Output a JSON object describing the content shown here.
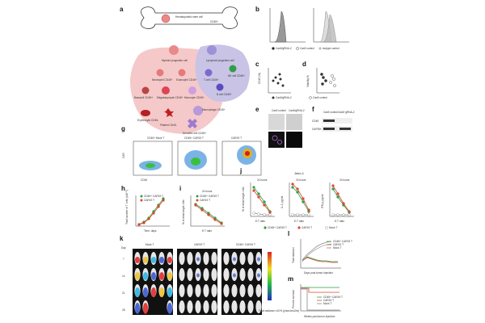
{
  "panel_letters": [
    "a",
    "b",
    "c",
    "d",
    "e",
    "f",
    "g",
    "h",
    "i",
    "j",
    "k",
    "l",
    "m"
  ],
  "panel_a": {
    "stem": "Hematopoietic stem cell",
    "stem_marker": "CD45+",
    "myeloid": "Myeloid progenitor cell",
    "lymphoid": "Lymphoid progenitor cell",
    "neutrophil": "Neutrophil CD45+",
    "eosinophil": "Eosinophil CD45+",
    "basophil": "Basophil CD45+",
    "megakaryocyte": "Megakaryocyte CD45+",
    "monocyte": "Monocyte CD45+",
    "tcell": "T cell CD45+",
    "bcell": "B cell CD45+",
    "nk": "NK cell CD45+",
    "erythrocyte": "Erythrocyte CD45-",
    "platelet": "Platelet CD45-",
    "macrophage": "Macrophage CD45+",
    "dendritic": "Dendritic cell CD45+"
  },
  "panel_b": {
    "legend": [
      "Cas9/gRNA-2",
      "Cas9 control",
      "Isotype control"
    ]
  },
  "panel_c": {
    "ylabel": "CD45 (%)",
    "legend": "Cas9/gRNA-2"
  },
  "panel_d": {
    "ylabel": "Viability %",
    "legend": "Cas9 control"
  },
  "panel_e": {
    "col1": "Cas9 control",
    "col2": "Cas9/gRNA-2"
  },
  "panel_f": {
    "col1": "Cas9 control",
    "col2": "Cas9/ gRNA-2",
    "rows": [
      "CD45",
      "GAPDH"
    ]
  },
  "panel_g": {
    "titles": [
      "CD45+ Mock T",
      "CD45+ CAR19 T",
      "CAR19 T"
    ],
    "ylabel": "CAR",
    "xlabel": "CD45"
  },
  "panel_h": {
    "legend": [
      "CD45+ CAR19 T",
      "CAR19 T"
    ],
    "ylabel": "Total number of T cells (x10^7)",
    "xlabel": "Time, days"
  },
  "panel_i": {
    "title": "24 hours",
    "legend": [
      "CD45+ CAR19 T",
      "CAR19 T"
    ],
    "ylabel": "% of dead target cells",
    "xlabel": "E:T ratio"
  },
  "panel_j": {
    "title": "Jeko-1",
    "subtitles": [
      "24 hours",
      "24 hours",
      "24 hours"
    ],
    "ylabels": [
      "% of dead target cells",
      "IL-2, pg/ml",
      "IFN-γ, pg/ml"
    ],
    "xlabel": "E:T ratio",
    "legend": [
      "CD45+ CAR19 T",
      "CAR19 T",
      "Mock T"
    ]
  },
  "panel_k": {
    "groups": [
      "Mock T",
      "CAR19 T",
      "CD45+ CAR19 T"
    ],
    "days": [
      "Day",
      "7",
      "14",
      "21",
      "28"
    ],
    "scale_label": "Total radiance x10^6 (p/sec/cm2/sr)"
  },
  "panel_l": {
    "legend": [
      "CD45+ CAR19 T",
      "CAR19 T",
      "Mock T"
    ],
    "ylabel": "Total radiance",
    "xlabel": "Days post-tumor injection"
  },
  "panel_m": {
    "legend": [
      "CD45+ CAR19 T",
      "CAR19 T",
      "Mock T"
    ],
    "ylabel": "Percent survival",
    "xlabel": "Weeks post-tumor injection"
  },
  "colors": {
    "green": "#2e9e48",
    "red": "#d94a2b",
    "grey": "#888888",
    "pink": "#f5c9c9",
    "lavender": "#c9c3e6",
    "scale_top": "#e02020",
    "scale_bottom": "#2030c0"
  }
}
